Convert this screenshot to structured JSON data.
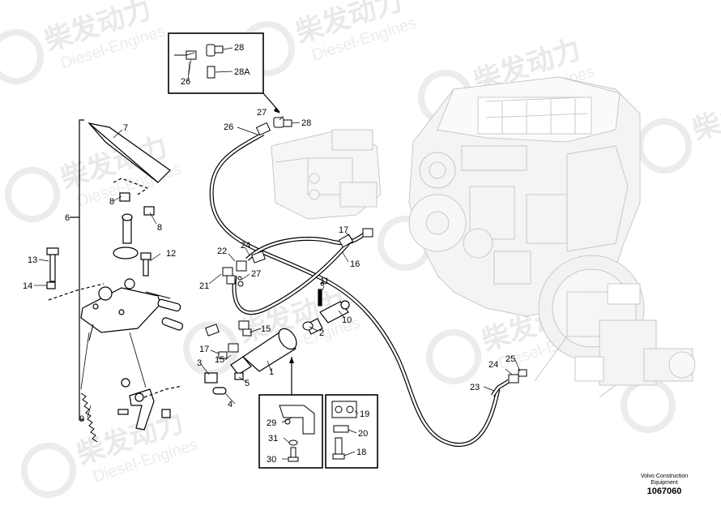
{
  "watermark": {
    "cn": "柴发动力",
    "en": "Diesel-Engines"
  },
  "footer": {
    "line1": "Volvo Construction",
    "line2": "Equipment",
    "drawing_number": "1067060"
  },
  "callouts": {
    "c1": "1",
    "c2": "2",
    "c3": "3",
    "c4": "4",
    "c5": "5",
    "c6": "6",
    "c7": "7",
    "c8a": "8",
    "c8b": "8",
    "c9": "9",
    "c10": "10",
    "c11": "11",
    "c12": "12",
    "c13": "13",
    "c14": "14",
    "c15a": "15",
    "c15b": "15",
    "c16": "16",
    "c17a": "17",
    "c17b": "17",
    "c18": "18",
    "c19": "19",
    "c20": "20",
    "c21": "21",
    "c22": "22",
    "c23": "23",
    "c24a": "24",
    "c24b": "24",
    "c25": "25",
    "c26a": "26",
    "c26b": "26",
    "c27a": "27",
    "c27b": "27",
    "c28a": "28",
    "c28b": "28",
    "c28A": "28A",
    "c29": "29",
    "c30": "30",
    "c31": "31"
  }
}
